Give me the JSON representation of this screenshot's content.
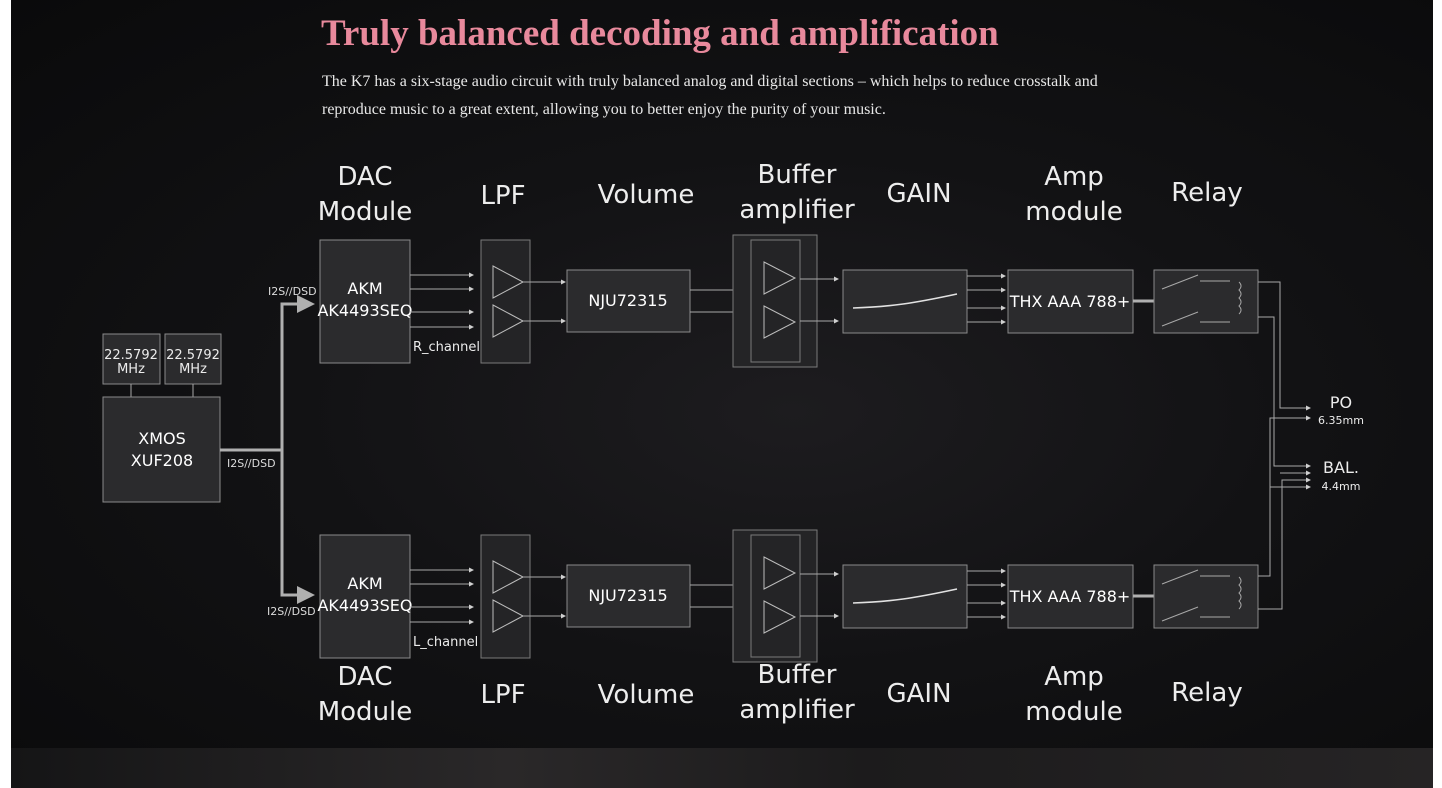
{
  "heading": {
    "title": "Truly balanced decoding and amplification",
    "description": "The K7 has a six-stage audio circuit with truly balanced analog and digital sections – which helps to reduce crosstalk and reproduce music to a great extent, allowing you to better enjoy the purity of your music."
  },
  "stages_top": {
    "dac": [
      "DAC",
      "Module"
    ],
    "lpf": "LPF",
    "volume": "Volume",
    "buffer": [
      "Buffer",
      "amplifier"
    ],
    "gain": "GAIN",
    "amp": [
      "Amp",
      "module"
    ],
    "relay": "Relay"
  },
  "stages_bottom": {
    "dac": [
      "DAC",
      "Module"
    ],
    "lpf": "LPF",
    "volume": "Volume",
    "buffer": [
      "Buffer",
      "amplifier"
    ],
    "gain": "GAIN",
    "amp": [
      "Amp",
      "module"
    ],
    "relay": "Relay"
  },
  "clocks": [
    [
      "22.5792",
      "MHz"
    ],
    [
      "22.5792",
      "MHz"
    ]
  ],
  "usb_controller": [
    "XMOS",
    "XUF208"
  ],
  "signal_labels": {
    "top": "I2S//DSD",
    "middle": "I2S//DSD",
    "bottom": "I2S//DSD"
  },
  "dac_chip_top": [
    "AKM",
    "AK4493SEQ"
  ],
  "dac_chip_bottom": [
    "AKM",
    "AK4493SEQ"
  ],
  "channels": {
    "right": "R_channel",
    "left": "L_channel"
  },
  "volume_chip_top": "NJU72315",
  "volume_chip_bottom": "NJU72315",
  "amp_chip_top": "THX AAA 788+",
  "amp_chip_bottom": "THX AAA 788+",
  "outputs": [
    {
      "name": "PO",
      "size": "6.35mm"
    },
    {
      "name": "BAL.",
      "size": "4.4mm"
    }
  ],
  "colors": {
    "title": "#e8899c",
    "panel": "#121214",
    "line": "#a8a8a8"
  }
}
